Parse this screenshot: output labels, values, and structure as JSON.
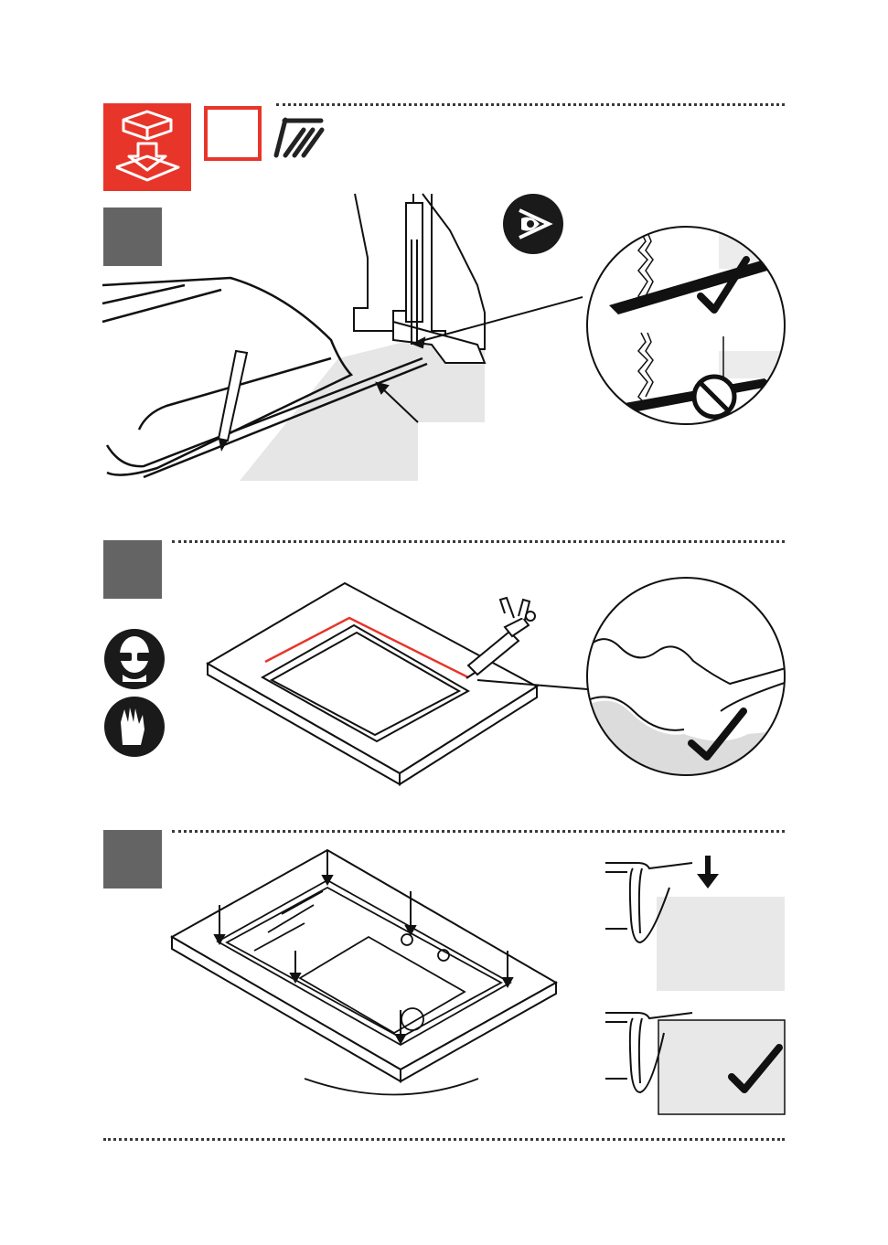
{
  "header": {
    "install_icon": "install-into-countertop-icon",
    "blank_box_icon": "empty-red-square",
    "shower_icon": "shower-undermount-icon",
    "accent_color": "#e8352a",
    "step_square_color": "#646464"
  },
  "steps": [
    {
      "id": "step-1",
      "icons": [
        "pencil-icon",
        "jigsaw-icon",
        "inspect-eye-icon",
        "check-icon",
        "prohibited-icon"
      ]
    },
    {
      "id": "step-2",
      "icons": [
        "safety-goggles-icon",
        "protective-gloves-icon",
        "sealant-gun-icon",
        "check-icon"
      ]
    },
    {
      "id": "step-3",
      "icons": [
        "down-arrow-icon",
        "check-icon"
      ]
    }
  ]
}
